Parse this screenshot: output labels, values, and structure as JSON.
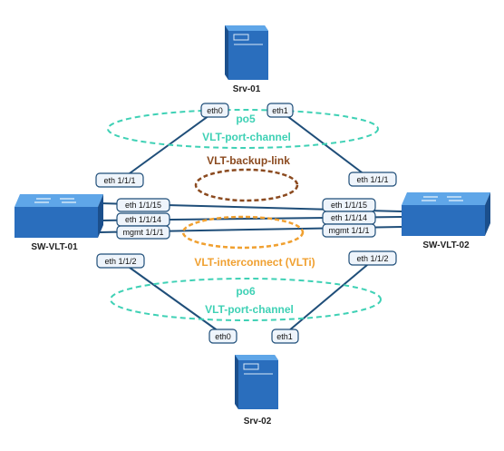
{
  "colors": {
    "link": "#1f4e79",
    "port_channel": "#3fd1b5",
    "backup": "#8b4a1f",
    "vlti": "#f0a030",
    "device_body": "#2a6ebd",
    "device_light": "#5fa6e8"
  },
  "devices": {
    "srv01": "Srv-01",
    "srv02": "Srv-02",
    "sw1": "SW-VLT-01",
    "sw2": "SW-VLT-02"
  },
  "groups": {
    "po5": "po5",
    "po5_sub": "VLT-port-channel",
    "backup": "VLT-backup-link",
    "vlti": "VLT-interconnect (VLTi)",
    "po6": "po6",
    "po6_sub": "VLT-port-channel"
  },
  "ports": {
    "srv01_eth0": "eth0",
    "srv01_eth1": "eth1",
    "sw1_uplink": "eth 1/1/1",
    "sw2_uplink": "eth 1/1/1",
    "sw1_15": "eth 1/1/15",
    "sw1_14": "eth 1/1/14",
    "sw1_mgmt": "mgmt 1/1/1",
    "sw2_15": "eth 1/1/15",
    "sw2_14": "eth 1/1/14",
    "sw2_mgmt": "mgmt 1/1/1",
    "sw1_down": "eth 1/1/2",
    "sw2_down": "eth 1/1/2",
    "srv02_eth0": "eth0",
    "srv02_eth1": "eth1"
  }
}
